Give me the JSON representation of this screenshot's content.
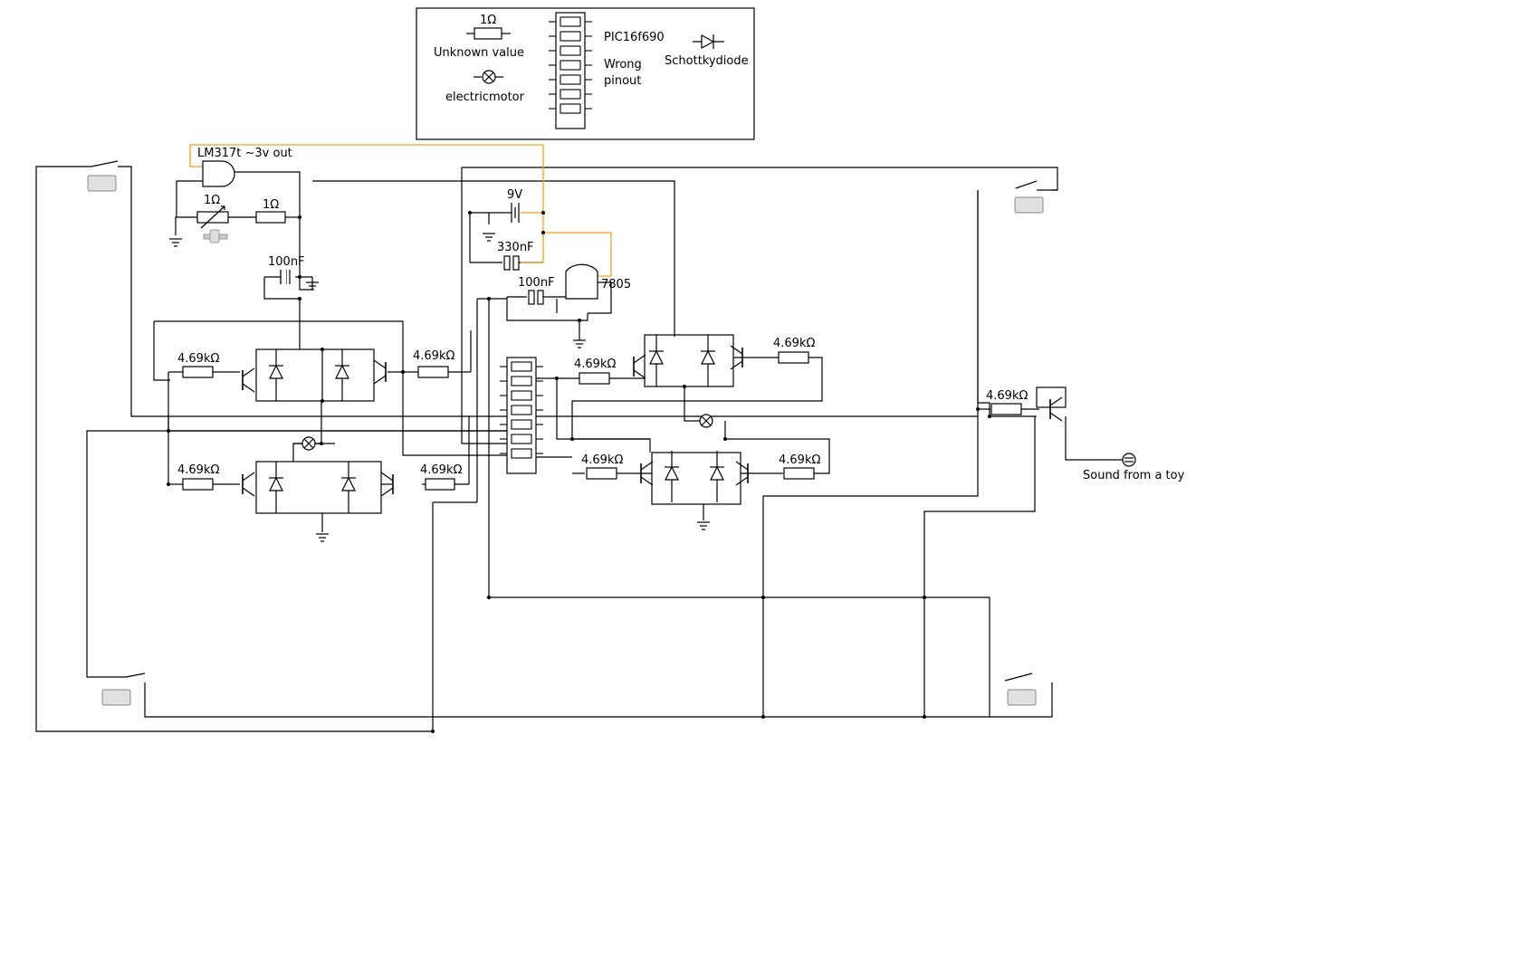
{
  "legend": {
    "resistor_value": "1Ω",
    "unknown_value": "Unknown value",
    "motor": "electricmotor",
    "chip": "PIC16f690",
    "chip_note_1": "Wrong",
    "chip_note_2": "pinout",
    "diode": "Schottkydiode"
  },
  "labels": {
    "lm317": "LM317t ~3v out",
    "r_pot": "1Ω",
    "r_fixed": "1Ω",
    "c_100nf_left": "100nF",
    "battery": "9V",
    "c_330nf": "330nF",
    "c_100nf_mid": "100nF",
    "reg_7805": "7805",
    "r_bridge_a_in": "4.69kΩ",
    "r_bridge_a_out": "4.69kΩ",
    "r_bridge_b_in": "4.69kΩ",
    "r_bridge_b_out": "4.69kΩ",
    "r_bridge_c_in": "4.69kΩ",
    "r_bridge_c_out": "4.69kΩ",
    "r_bridge_d_in": "4.69kΩ",
    "r_bridge_d_out": "4.69kΩ",
    "r_sound": "4.69kΩ",
    "sound": "Sound from a toy"
  }
}
